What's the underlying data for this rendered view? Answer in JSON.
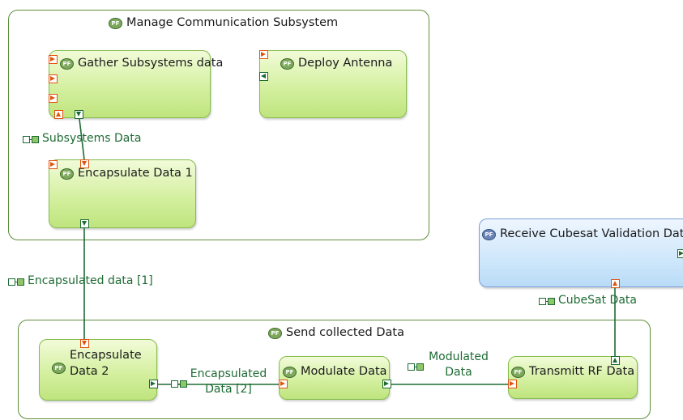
{
  "groups": {
    "manage": {
      "title": "Manage Communication Subsystem"
    },
    "send": {
      "title": "Send collected Data"
    }
  },
  "functions": {
    "gather": {
      "label": "Gather Subsystems data"
    },
    "deploy": {
      "label": "Deploy Antenna"
    },
    "encapsulate1": {
      "label": "Encapsulate Data 1"
    },
    "receive": {
      "label": "Receive Cubesat Validation Data"
    },
    "encapsulate2": {
      "label_line1": "Encapsulate",
      "label_line2": "Data 2"
    },
    "modulate": {
      "label": "Modulate Data"
    },
    "transmit": {
      "label": "Transmitt RF Data"
    }
  },
  "exchanges": {
    "subsystems_data": "Subsystems Data",
    "encapsulated_data_1": "Encapsulated data [1]",
    "cubesat_data": "CubeSat Data",
    "encapsulated_data_2_line1": "Encapsulated",
    "encapsulated_data_2_line2": "Data [2]",
    "modulated_data_line1": "Modulated",
    "modulated_data_line2": "Data"
  },
  "colors": {
    "function_fill": "#d4f0a0",
    "function_border": "#86bd4a",
    "actor_fill": "#cfe7fb",
    "exchange_line": "#1e6b34",
    "port_out": "#1c6a2f",
    "port_in": "#e0540e"
  },
  "icons": {
    "function": "pf-function-icon",
    "exchange": "functional-exchange-icon"
  }
}
